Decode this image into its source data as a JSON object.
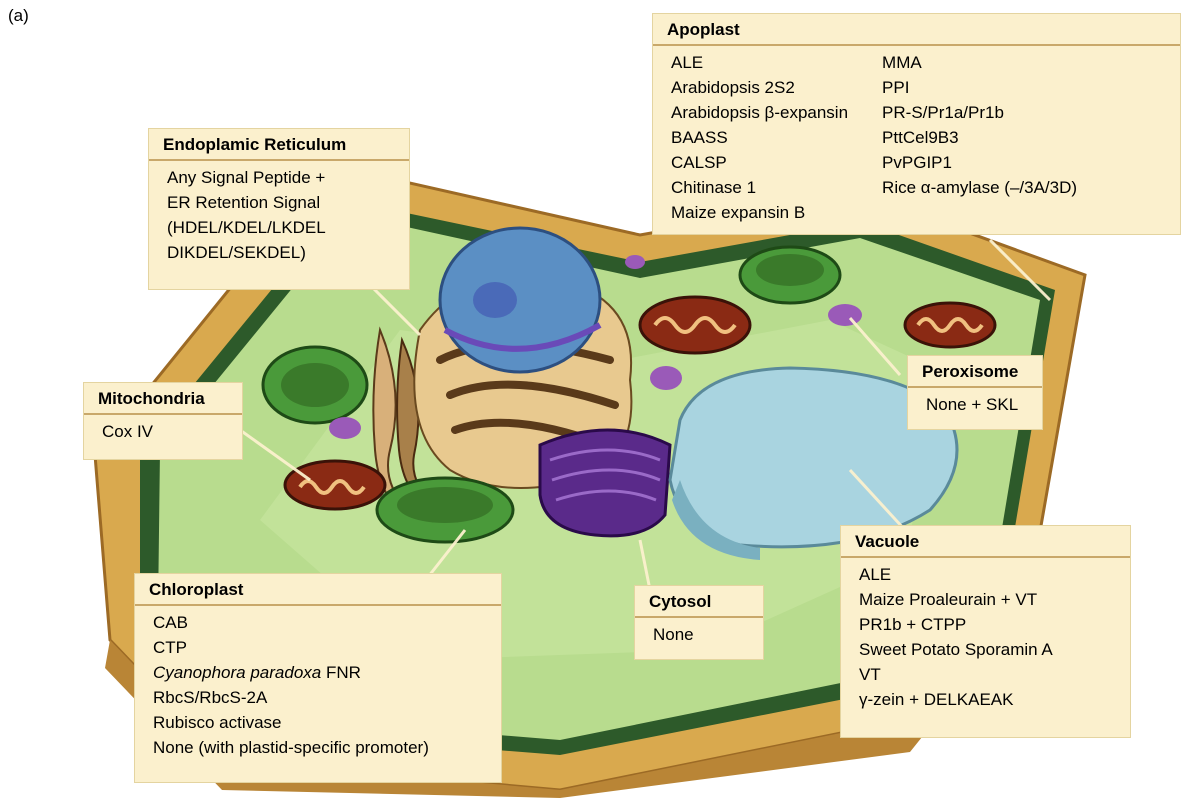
{
  "panel_label": "(a)",
  "callouts": {
    "apoplast": {
      "title": "Apoplast",
      "col1": [
        "ALE",
        "Arabidopsis 2S2",
        "Arabidopsis β-expansin",
        "BAASS",
        "CALSP",
        "Chitinase 1",
        "Maize expansin B"
      ],
      "col2": [
        "MMA",
        "PPI",
        "PR-S/Pr1a/Pr1b",
        "PttCel9B3",
        "PvPGIP1",
        "Rice α-amylase (–/3A/3D)"
      ]
    },
    "er": {
      "title": "Endoplamic Reticulum",
      "items": [
        "Any Signal Peptide +",
        "ER Retention Signal",
        "(HDEL/KDEL/LKDEL",
        "DIKDEL/SEKDEL)"
      ]
    },
    "mitochondria": {
      "title": "Mitochondria",
      "items": [
        "Cox IV"
      ]
    },
    "peroxisome": {
      "title": "Peroxisome",
      "items": [
        "None + SKL"
      ]
    },
    "vacuole": {
      "title": "Vacuole",
      "items": [
        "ALE",
        "Maize Proaleurain + VT",
        "PR1b + CTPP",
        "Sweet Potato Sporamin A",
        "VT",
        "γ-zein + DELKAEAK"
      ]
    },
    "cytosol": {
      "title": "Cytosol",
      "items": [
        "None"
      ]
    },
    "chloroplast": {
      "title": "Chloroplast",
      "items": [
        "CAB",
        "CTP",
        "",
        "RbcS/RbcS-2A",
        "Rubisco activase",
        "None (with plastid-specific promoter)"
      ],
      "fnr_italic": "Cyanophora paradoxa",
      "fnr_suffix": " FNR"
    }
  },
  "colors": {
    "cell_wall": "#d9a94e",
    "cell_wall_dark": "#9c6a25",
    "cytoplasm": "#b8dc8e",
    "cytoplasm_dark": "#2d5a2a",
    "chloroplast": "#4a9a3a",
    "mitochondria": "#8a2a14",
    "nucleus": "#5b8fc4",
    "vacuole": "#a9d4e0",
    "golgi": "#5a2a8a",
    "peroxisome": "#9a5ab8",
    "callout_bg": "#fbf0cd",
    "callout_rule": "#c9a86a"
  }
}
